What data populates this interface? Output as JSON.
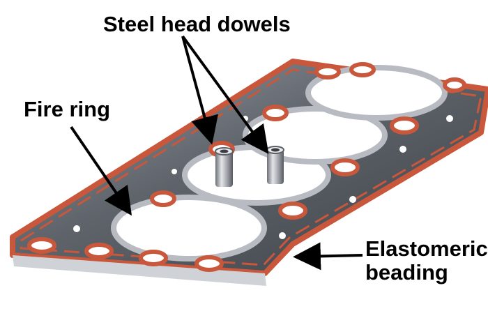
{
  "labels": {
    "dowels": "Steel head dowels",
    "fire_ring": "Fire ring",
    "beading_line1": "Elastomeric",
    "beading_line2": "beading"
  },
  "colors": {
    "steel": "#7a7f86",
    "steel_dark": "#4b4f56",
    "beading": "#c9573b",
    "arrow": "#000000"
  }
}
